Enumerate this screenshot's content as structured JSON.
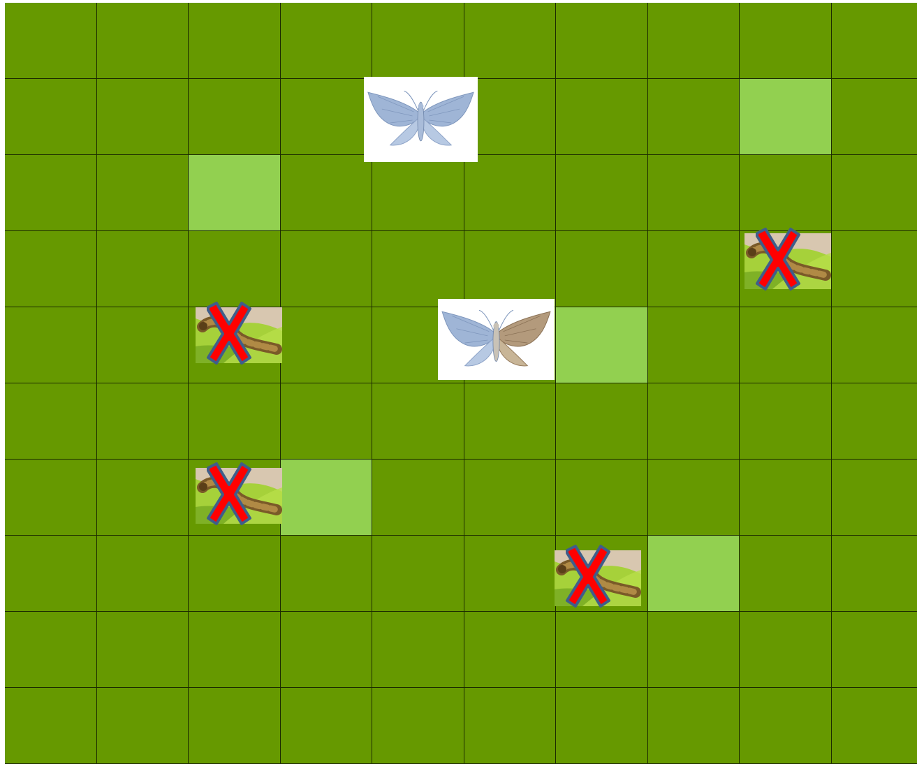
{
  "board": {
    "cols": 10,
    "rows": 10,
    "colors": {
      "cell": "#669900",
      "highlight": "#92d050",
      "gridline": "#1b2a00",
      "cross_fill": "#ff0000",
      "cross_outline": "#3f5e8a"
    },
    "highlighted_cells": [
      {
        "row": 1,
        "col": 8
      },
      {
        "row": 2,
        "col": 2
      },
      {
        "row": 4,
        "col": 6
      },
      {
        "row": 6,
        "col": 3
      },
      {
        "row": 7,
        "col": 7
      }
    ],
    "moths": [
      {
        "kind": "pale-moth",
        "row": 1,
        "col": 4
      },
      {
        "kind": "hybrid-moth",
        "row": 4,
        "col": 5
      }
    ],
    "eliminated_larvae": [
      {
        "row": 3,
        "col": 8
      },
      {
        "row": 4,
        "col": 2
      },
      {
        "row": 6,
        "col": 2
      },
      {
        "row": 7,
        "col": 6
      }
    ]
  }
}
